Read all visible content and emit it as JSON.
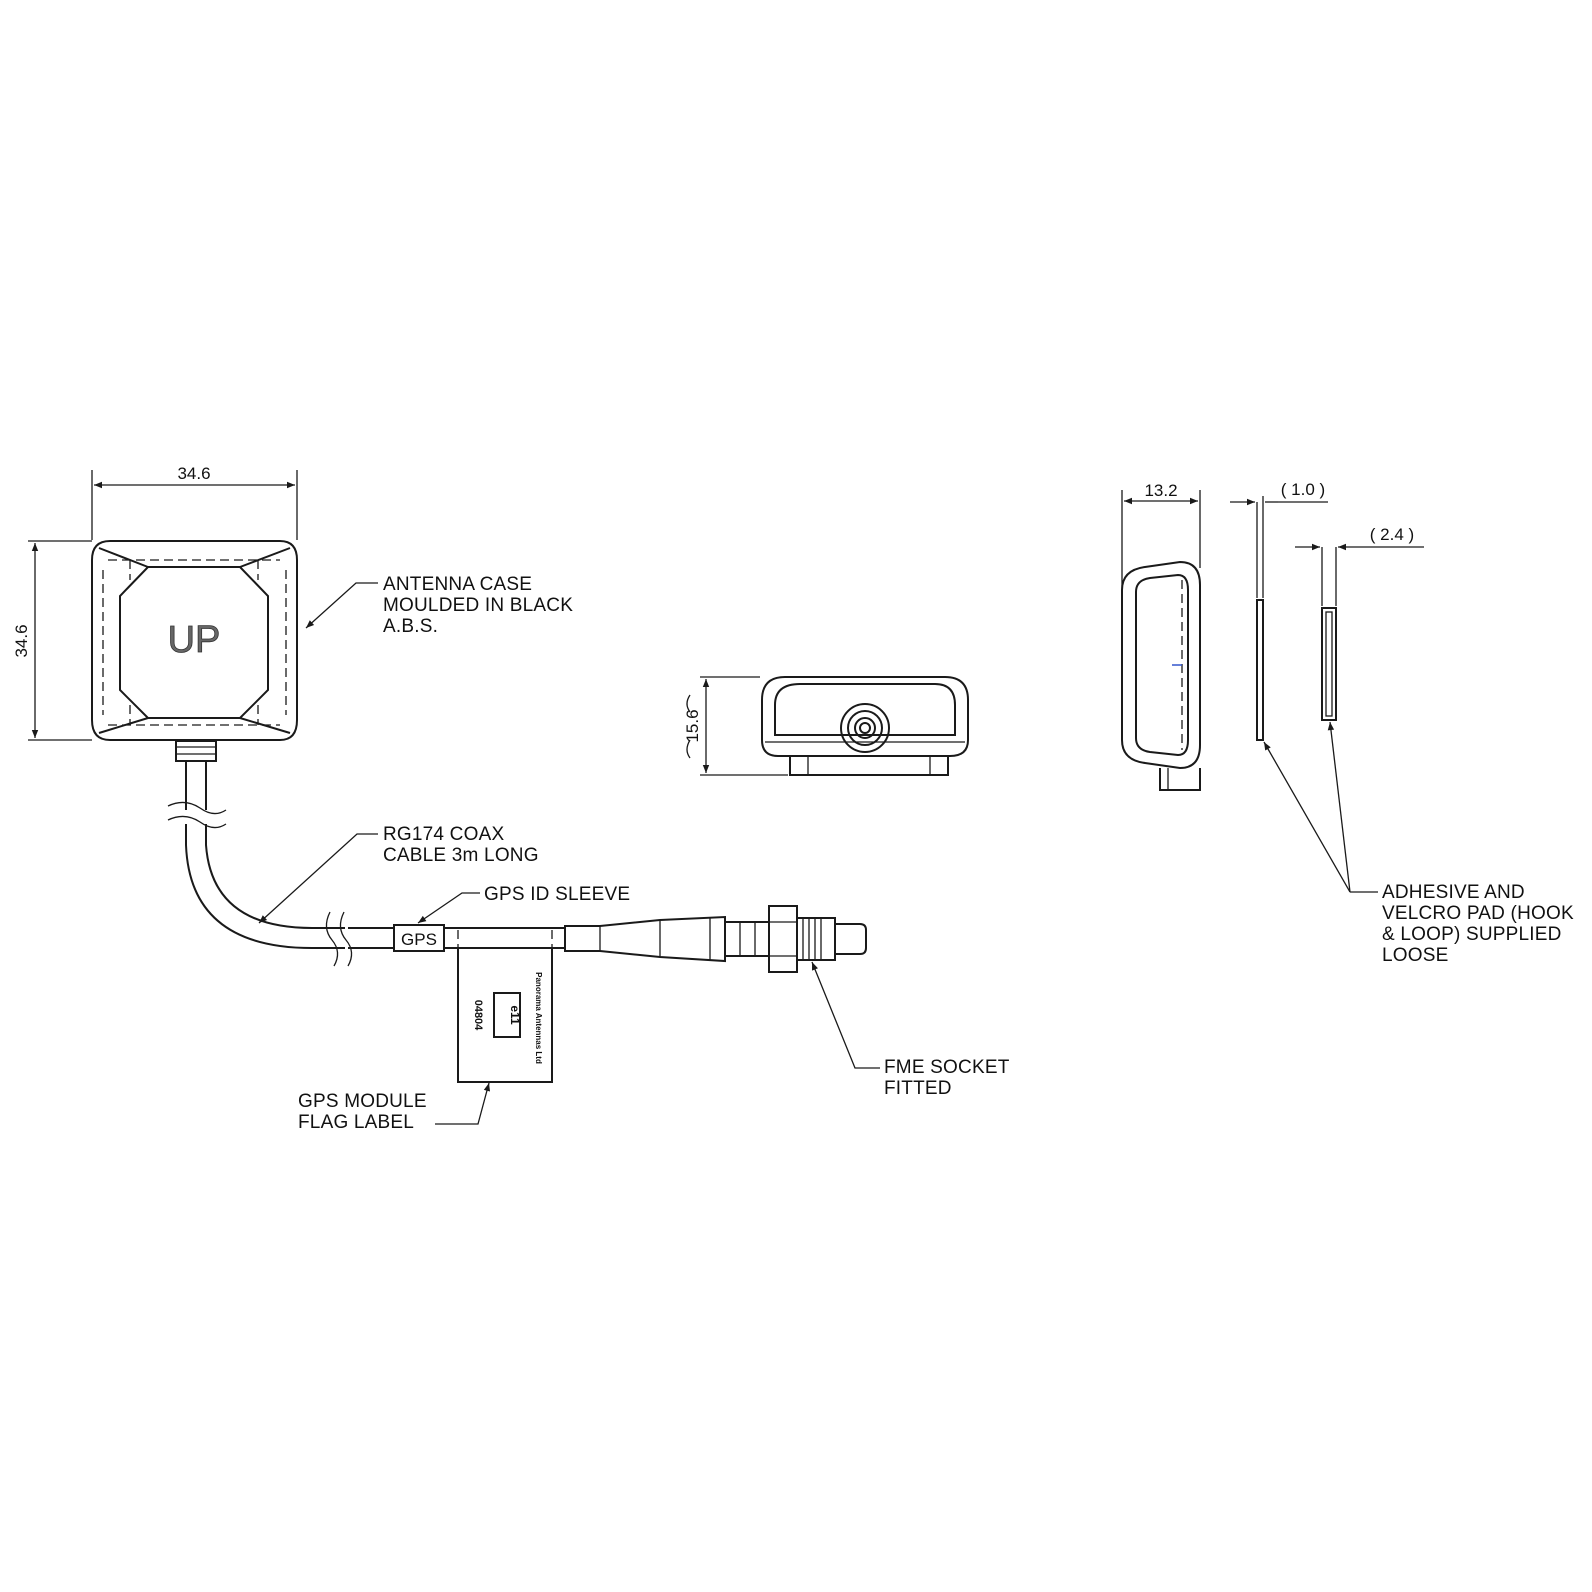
{
  "dimensions": {
    "width": "34.6",
    "height": "34.6",
    "end_height": "15.6",
    "side_depth": "13.2",
    "adhesive_thickness": "( 1.0 )",
    "velcro_thickness": "( 2.4 )"
  },
  "labels": {
    "up": "UP",
    "antenna_case": [
      "ANTENNA CASE",
      "MOULDED IN BLACK",
      "A.B.S."
    ],
    "coax_cable": [
      "RG174 COAX",
      "CABLE 3m LONG"
    ],
    "id_sleeve": "GPS ID SLEEVE",
    "sleeve_text": "GPS",
    "flag_label": [
      "GPS MODULE",
      "FLAG LABEL"
    ],
    "fme_socket": [
      "FME SOCKET",
      "FITTED"
    ],
    "pads": [
      "ADHESIVE AND",
      "VELCRO PAD (HOOK",
      "& LOOP) SUPPLIED",
      "LOOSE"
    ]
  },
  "flag_label_text": {
    "maker": "Panorama Antennas Ltd",
    "mark": "e11",
    "code": "04804"
  }
}
